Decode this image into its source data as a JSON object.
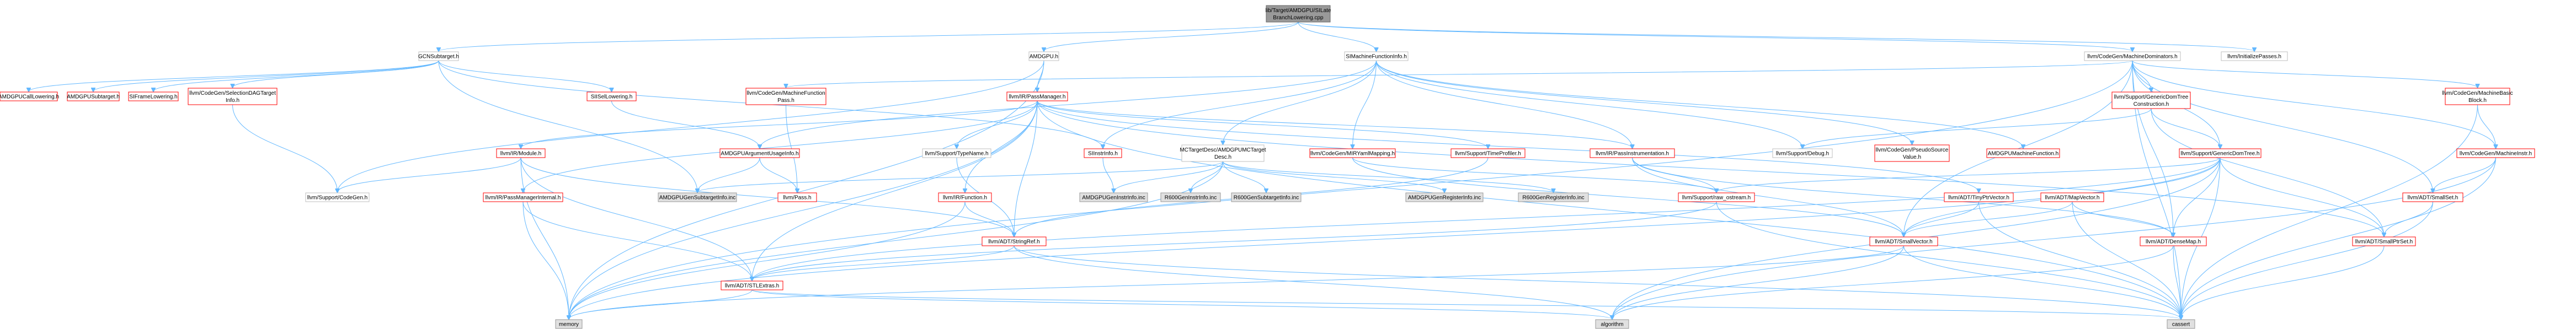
{
  "graph": {
    "nodes": [
      {
        "id": "root",
        "lines": [
          "lib/Target/AMDGPU/SILate",
          "BranchLowering.cpp"
        ],
        "kind": "root"
      },
      {
        "id": "gcn",
        "lines": [
          "GCNSubtarget.h"
        ],
        "kind": "plain"
      },
      {
        "id": "amdgpu_h",
        "lines": [
          "AMDGPU.h"
        ],
        "kind": "plain"
      },
      {
        "id": "simfi",
        "lines": [
          "SIMachineFunctionInfo.h"
        ],
        "kind": "plain"
      },
      {
        "id": "mdom",
        "lines": [
          "llvm/CodeGen/MachineDominators.h"
        ],
        "kind": "plain"
      },
      {
        "id": "initp",
        "lines": [
          "llvm/InitializePasses.h"
        ],
        "kind": "plain"
      },
      {
        "id": "calllow",
        "lines": [
          "AMDGPUCallLowering.h"
        ],
        "kind": "red"
      },
      {
        "id": "subtgt",
        "lines": [
          "AMDGPUSubtarget.h"
        ],
        "kind": "red"
      },
      {
        "id": "siframe",
        "lines": [
          "SIFrameLowering.h"
        ],
        "kind": "red"
      },
      {
        "id": "seldag",
        "lines": [
          "llvm/CodeGen/SelectionDAGTarget",
          "Info.h"
        ],
        "kind": "red"
      },
      {
        "id": "sisel",
        "lines": [
          "SIISelLowering.h"
        ],
        "kind": "red"
      },
      {
        "id": "mfpass",
        "lines": [
          "llvm/CodeGen/MachineFunction",
          "Pass.h"
        ],
        "kind": "red"
      },
      {
        "id": "passmgr",
        "lines": [
          "llvm/IR/PassManager.h"
        ],
        "kind": "red"
      },
      {
        "id": "codegen",
        "lines": [
          "llvm/Support/CodeGen.h"
        ],
        "kind": "plain"
      },
      {
        "id": "irmodule",
        "lines": [
          "llvm/IR/Module.h"
        ],
        "kind": "red"
      },
      {
        "id": "argusage",
        "lines": [
          "AMDGPUArgumentUsageInfo.h"
        ],
        "kind": "red"
      },
      {
        "id": "typename",
        "lines": [
          "llvm/Support/TypeName.h"
        ],
        "kind": "plain"
      },
      {
        "id": "siinstr",
        "lines": [
          "SIInstrInfo.h"
        ],
        "kind": "red"
      },
      {
        "id": "mctarget",
        "lines": [
          "MCTargetDesc/AMDGPUMCTarget",
          "Desc.h"
        ],
        "kind": "plain"
      },
      {
        "id": "mirmap",
        "lines": [
          "llvm/CodeGen/MIRYamlMapping.h"
        ],
        "kind": "red"
      },
      {
        "id": "timeprof",
        "lines": [
          "llvm/Support/TimeProfiler.h"
        ],
        "kind": "red"
      },
      {
        "id": "passinstr",
        "lines": [
          "llvm/IR/PassInstrumentation.h"
        ],
        "kind": "red"
      },
      {
        "id": "debug",
        "lines": [
          "llvm/Support/Debug.h"
        ],
        "kind": "plain"
      },
      {
        "id": "pseudosrc",
        "lines": [
          "llvm/CodeGen/PseudoSource",
          "Value.h"
        ],
        "kind": "red"
      },
      {
        "id": "amdmf",
        "lines": [
          "AMDGPUMachineFunction.h"
        ],
        "kind": "red"
      },
      {
        "id": "gdtcons",
        "lines": [
          "llvm/Support/GenericDomTree",
          "Construction.h"
        ],
        "kind": "red"
      },
      {
        "id": "gdt",
        "lines": [
          "llvm/Support/GenericDomTree.h"
        ],
        "kind": "red"
      },
      {
        "id": "mbb",
        "lines": [
          "llvm/CodeGen/MachineBasic",
          "Block.h"
        ],
        "kind": "red"
      },
      {
        "id": "minstr",
        "lines": [
          "llvm/CodeGen/MachineInstr.h"
        ],
        "kind": "red"
      },
      {
        "id": "pmint",
        "lines": [
          "llvm/IR/PassManagerInternal.h"
        ],
        "kind": "red"
      },
      {
        "id": "gsubinc",
        "lines": [
          "AMDGPUGenSubtargetInfo.inc"
        ],
        "kind": "gray"
      },
      {
        "id": "pass",
        "lines": [
          "llvm/Pass.h"
        ],
        "kind": "red"
      },
      {
        "id": "irfunc",
        "lines": [
          "llvm/IR/Function.h"
        ],
        "kind": "red"
      },
      {
        "id": "ginstrinc",
        "lines": [
          "AMDGPUGenInstrInfo.inc"
        ],
        "kind": "gray"
      },
      {
        "id": "r6instr",
        "lines": [
          "R600GenInstrInfo.inc"
        ],
        "kind": "gray"
      },
      {
        "id": "r6sub",
        "lines": [
          "R600GenSubtargetInfo.inc"
        ],
        "kind": "gray"
      },
      {
        "id": "gregs",
        "lines": [
          "AMDGPUGenRegisterInfo.inc"
        ],
        "kind": "gray"
      },
      {
        "id": "r6regs",
        "lines": [
          "R600GenRegisterInfo.inc"
        ],
        "kind": "gray"
      },
      {
        "id": "rawos",
        "lines": [
          "llvm/Support/raw_ostream.h"
        ],
        "kind": "red"
      },
      {
        "id": "tinyptr",
        "lines": [
          "llvm/ADT/TinyPtrVector.h"
        ],
        "kind": "red"
      },
      {
        "id": "mapvec",
        "lines": [
          "llvm/ADT/MapVector.h"
        ],
        "kind": "red"
      },
      {
        "id": "smallset",
        "lines": [
          "llvm/ADT/SmallSet.h"
        ],
        "kind": "red"
      },
      {
        "id": "strref",
        "lines": [
          "llvm/ADT/StringRef.h"
        ],
        "kind": "red"
      },
      {
        "id": "smallvec",
        "lines": [
          "llvm/ADT/SmallVector.h"
        ],
        "kind": "red"
      },
      {
        "id": "densemap",
        "lines": [
          "llvm/ADT/DenseMap.h"
        ],
        "kind": "red"
      },
      {
        "id": "smallptr",
        "lines": [
          "llvm/ADT/SmallPtrSet.h"
        ],
        "kind": "red"
      },
      {
        "id": "stlextras",
        "lines": [
          "llvm/ADT/STLExtras.h"
        ],
        "kind": "red"
      },
      {
        "id": "memory",
        "lines": [
          "memory"
        ],
        "kind": "gray"
      },
      {
        "id": "algorithm",
        "lines": [
          "algorithm"
        ],
        "kind": "gray"
      },
      {
        "id": "cassert",
        "lines": [
          "cassert"
        ],
        "kind": "gray"
      }
    ],
    "edges": [
      [
        "root",
        "gcn"
      ],
      [
        "root",
        "amdgpu_h"
      ],
      [
        "root",
        "simfi"
      ],
      [
        "root",
        "mdom"
      ],
      [
        "root",
        "initp"
      ],
      [
        "gcn",
        "calllow"
      ],
      [
        "gcn",
        "subtgt"
      ],
      [
        "gcn",
        "siframe"
      ],
      [
        "gcn",
        "seldag"
      ],
      [
        "gcn",
        "sisel"
      ],
      [
        "gcn",
        "gsubinc"
      ],
      [
        "gcn",
        "siinstr"
      ],
      [
        "amdgpu_h",
        "passmgr"
      ],
      [
        "amdgpu_h",
        "codegen"
      ],
      [
        "amdgpu_h",
        "memory"
      ],
      [
        "seldag",
        "codegen"
      ],
      [
        "sisel",
        "argusage"
      ],
      [
        "simfi",
        "siinstr"
      ],
      [
        "simfi",
        "mctarget"
      ],
      [
        "simfi",
        "mirmap"
      ],
      [
        "simfi",
        "pseudosrc"
      ],
      [
        "simfi",
        "amdmf"
      ],
      [
        "simfi",
        "debug"
      ],
      [
        "simfi",
        "argusage"
      ],
      [
        "simfi",
        "passinstr"
      ],
      [
        "mfpass",
        "pass"
      ],
      [
        "passmgr",
        "irmodule"
      ],
      [
        "passmgr",
        "pmint"
      ],
      [
        "passmgr",
        "typename"
      ],
      [
        "passmgr",
        "timeprof"
      ],
      [
        "passmgr",
        "passinstr"
      ],
      [
        "passmgr",
        "irfunc"
      ],
      [
        "passmgr",
        "stlextras"
      ],
      [
        "passmgr",
        "strref"
      ],
      [
        "passmgr",
        "cassert"
      ],
      [
        "passmgr",
        "memory"
      ],
      [
        "passmgr",
        "tinyptr"
      ],
      [
        "passmgr",
        "smallptr"
      ],
      [
        "irmodule",
        "codegen"
      ],
      [
        "irmodule",
        "memory"
      ],
      [
        "irmodule",
        "stlextras"
      ],
      [
        "irmodule",
        "strref"
      ],
      [
        "argusage",
        "pass"
      ],
      [
        "argusage",
        "gsubinc"
      ],
      [
        "typename",
        "strref"
      ],
      [
        "siinstr",
        "ginstrinc"
      ],
      [
        "mctarget",
        "ginstrinc"
      ],
      [
        "mctarget",
        "r6instr"
      ],
      [
        "mctarget",
        "r6sub"
      ],
      [
        "mctarget",
        "gregs"
      ],
      [
        "mctarget",
        "r6regs"
      ],
      [
        "mctarget",
        "gsubinc"
      ],
      [
        "mctarget",
        "memory"
      ],
      [
        "mirmap",
        "rawos"
      ],
      [
        "mirmap",
        "smallvec"
      ],
      [
        "timeprof",
        "strref"
      ],
      [
        "passinstr",
        "rawos"
      ],
      [
        "passinstr",
        "smallvec"
      ],
      [
        "passinstr",
        "densemap"
      ],
      [
        "mdom",
        "mfpass"
      ],
      [
        "mdom",
        "gdtcons"
      ],
      [
        "mdom",
        "gdt"
      ],
      [
        "mdom",
        "mbb"
      ],
      [
        "mdom",
        "minstr"
      ],
      [
        "mdom",
        "smallset"
      ],
      [
        "mdom",
        "densemap"
      ],
      [
        "mdom",
        "smallvec"
      ],
      [
        "mdom",
        "cassert"
      ],
      [
        "mdom",
        "memory"
      ],
      [
        "gdtcons",
        "gdt"
      ],
      [
        "gdtcons",
        "debug"
      ],
      [
        "gdtcons",
        "smallptr"
      ],
      [
        "gdt",
        "rawos"
      ],
      [
        "gdt",
        "densemap"
      ],
      [
        "gdt",
        "smallvec"
      ],
      [
        "gdt",
        "stlextras"
      ],
      [
        "gdt",
        "smallptr"
      ],
      [
        "gdt",
        "algorithm"
      ],
      [
        "gdt",
        "cassert"
      ],
      [
        "gdt",
        "memory"
      ],
      [
        "mbb",
        "minstr"
      ],
      [
        "mbb",
        "cassert"
      ],
      [
        "minstr",
        "smallset"
      ],
      [
        "minstr",
        "algorithm"
      ],
      [
        "minstr",
        "cassert"
      ],
      [
        "pmint",
        "stlextras"
      ],
      [
        "pmint",
        "memory"
      ],
      [
        "irfunc",
        "strref"
      ],
      [
        "irfunc",
        "memory"
      ],
      [
        "tinyptr",
        "smallvec"
      ],
      [
        "tinyptr",
        "cassert"
      ],
      [
        "mapvec",
        "densemap"
      ],
      [
        "mapvec",
        "smallvec"
      ],
      [
        "mapvec",
        "cassert"
      ],
      [
        "smallset",
        "smallptr"
      ],
      [
        "smallset",
        "cassert"
      ],
      [
        "strref",
        "stlextras"
      ],
      [
        "strref",
        "algorithm"
      ],
      [
        "strref",
        "cassert"
      ],
      [
        "smallvec",
        "algorithm"
      ],
      [
        "smallvec",
        "cassert"
      ],
      [
        "smallvec",
        "memory"
      ],
      [
        "densemap",
        "algorithm"
      ],
      [
        "densemap",
        "cassert"
      ],
      [
        "smallptr",
        "cassert"
      ],
      [
        "stlextras",
        "algorithm"
      ],
      [
        "stlextras",
        "cassert"
      ],
      [
        "stlextras",
        "memory"
      ],
      [
        "rawos",
        "cassert"
      ],
      [
        "rawos",
        "stlextras"
      ]
    ]
  }
}
